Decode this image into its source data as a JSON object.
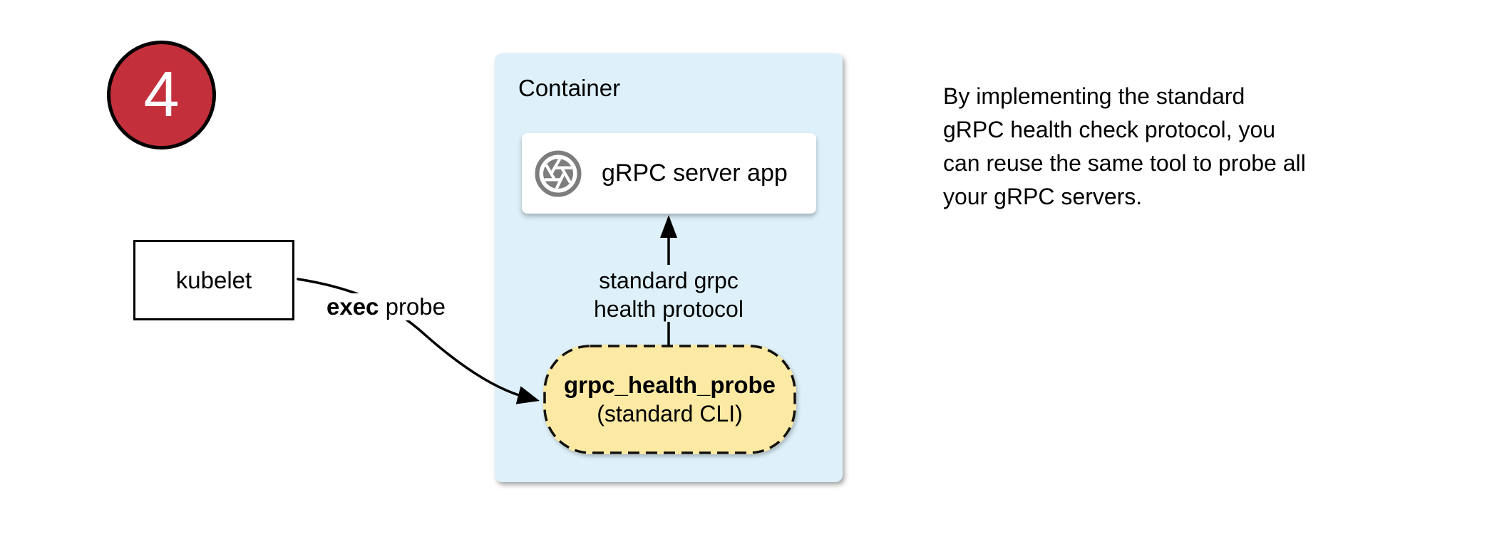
{
  "step_badge": {
    "number": "4",
    "fill_color": "#C3303C",
    "border_color": "#000000"
  },
  "kubelet": {
    "label": "kubelet"
  },
  "exec_arrow": {
    "label_bold": "exec",
    "label_rest": " probe"
  },
  "container": {
    "title": "Container",
    "fill_color": "#DEF1FB",
    "server_card": {
      "label": "gRPC server app",
      "icon": "aperture-icon",
      "icon_color": "#7D7D7D"
    },
    "protocol_arrow_label": {
      "line1": "standard grpc",
      "line2": "health protocol"
    },
    "probe_pill": {
      "title": "grpc_health_probe",
      "subtitle": "(standard CLI)",
      "fill_color": "#FCE9A3",
      "border_style": "dashed"
    }
  },
  "note": {
    "line1": "By implementing the standard",
    "line2": "gRPC health check protocol, you",
    "line3": "can reuse the same tool to probe all",
    "line4": "your gRPC servers."
  }
}
